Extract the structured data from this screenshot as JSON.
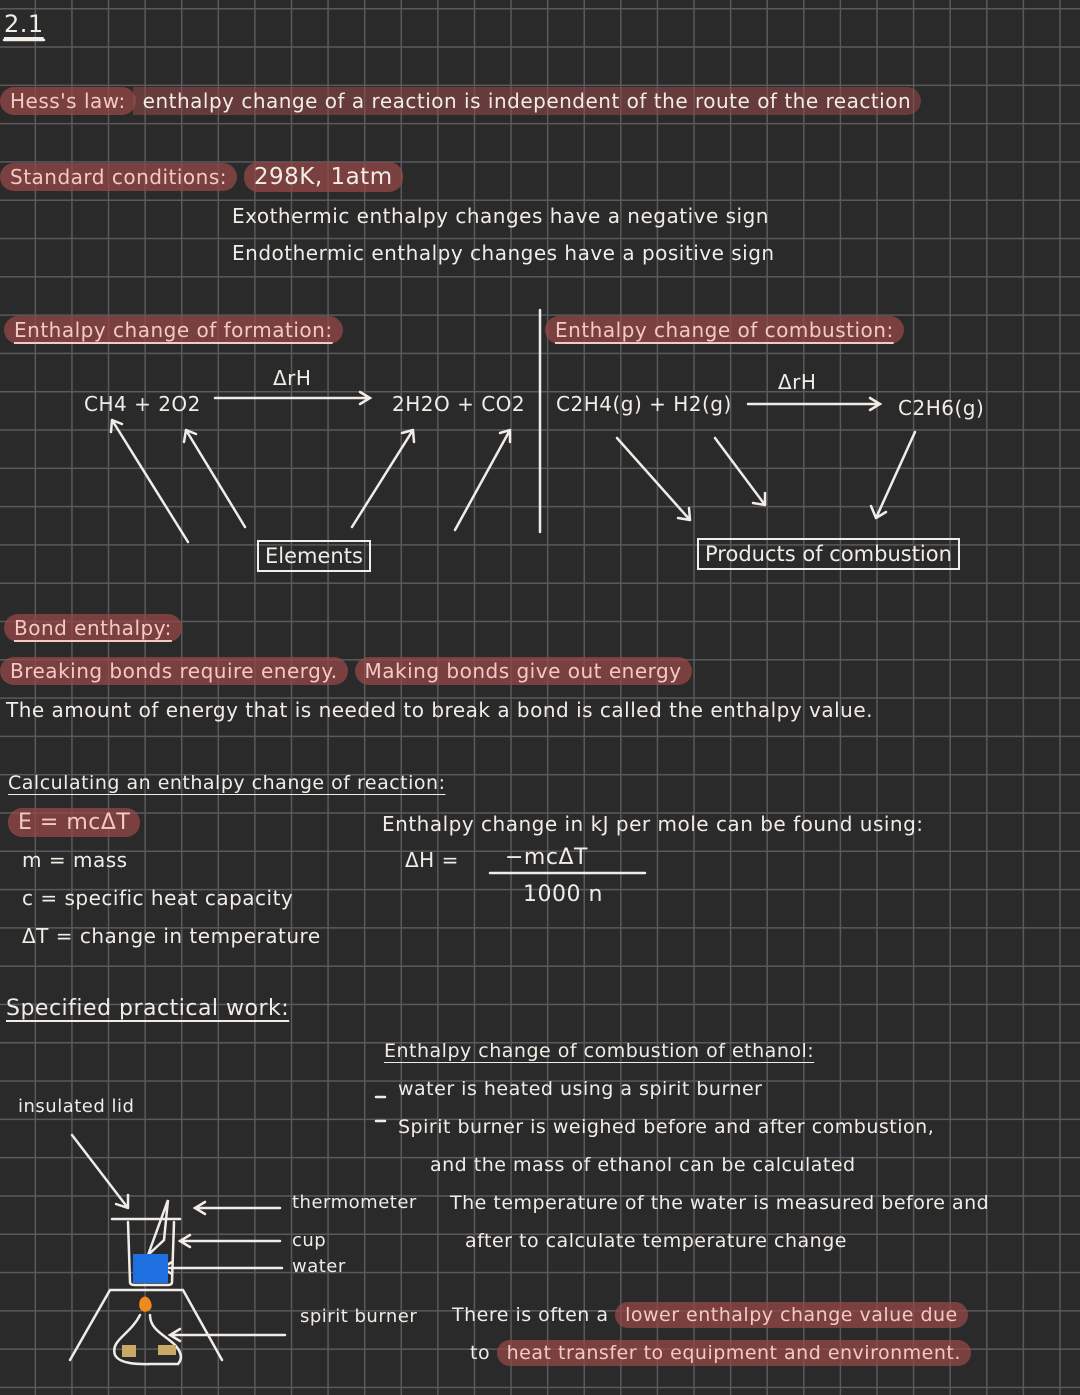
{
  "page_number": "2.1",
  "hess": {
    "label": "Hess's law:",
    "text": "enthalpy change of a reaction is independent of the route of the reaction"
  },
  "standard": {
    "label": "Standard conditions:",
    "value": "298K, 1atm"
  },
  "signs": [
    "Exothermic enthalpy changes have a negative sign",
    "Endothermic enthalpy changes have a positive sign"
  ],
  "formation": {
    "title": "Enthalpy change of formation:",
    "reactants": "CH4 + 2O2",
    "arrow_label": "ΔrH",
    "products": "2H2O + CO2",
    "box": "Elements"
  },
  "combustion": {
    "title": "Enthalpy change of combustion:",
    "reactants": "C2H4(g) + H2(g)",
    "arrow_label": "ΔrH",
    "products": "C2H6(g)",
    "box": "Products of combustion"
  },
  "bond": {
    "title": "Bond enthalpy:",
    "breaking": "Breaking bonds require energy.",
    "making": "Making bonds give out energy",
    "definition": "The amount of energy that is needed to break a bond is called the enthalpy value."
  },
  "calc": {
    "title": "Calculating an enthalpy change of reaction:",
    "items": [
      "E = mcΔT",
      "m = mass",
      "c = specific heat capacity",
      "ΔT = change in temperature"
    ],
    "formula_intro": "Enthalpy change in kJ per mole can be found using:",
    "lhs": "ΔH =",
    "numerator": "−mcΔT",
    "denominator": "1000 n"
  },
  "practical": {
    "title": "Specified practical work:",
    "labels": {
      "lid": "insulated lid",
      "thermometer": "thermometer",
      "cup": "cup",
      "water": "water",
      "burner": "spirit burner"
    },
    "heading": "Enthalpy change of combustion of ethanol:",
    "points": [
      "water is heated using a spirit burner",
      "Spirit burner is weighed before and after combustion,",
      "and the mass of ethanol can be calculated",
      "The temperature of the water is measured before and",
      "after to calculate temperature change"
    ],
    "note_prefix": "There is often a",
    "note_hl1": "lower enthalpy change value due",
    "note_to": "to",
    "note_hl2": "heat transfer to equipment and environment."
  },
  "colors": {
    "highlight": "#964848",
    "water": "#1e6fe0",
    "flame": "#f08a1c"
  }
}
